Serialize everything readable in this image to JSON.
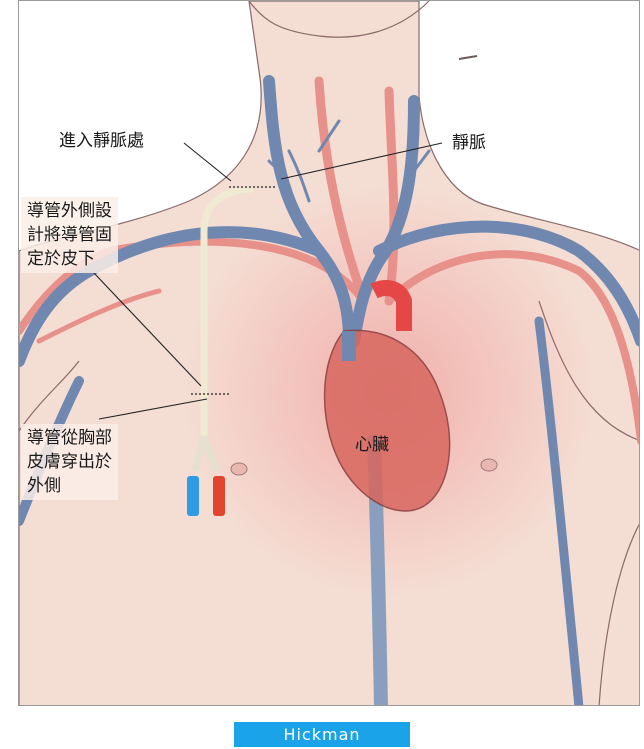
{
  "labels": {
    "entry_site": "進入靜脈處",
    "vein": "靜脈",
    "catheter_fixed": [
      "導管外側設",
      "計將導管固",
      "定於皮下"
    ],
    "catheter_exit": [
      "導管從胸部",
      "皮膚穿出於",
      "外側"
    ],
    "heart": "心臟"
  },
  "caption": "Hickman",
  "colors": {
    "skin": "#f4ddd3",
    "vein": "#7088b0",
    "artery": "#e8908a",
    "heart": "#d8675f",
    "catheter": "#f1ead2",
    "lumen_blue": "#2e9be3",
    "lumen_red": "#e0462e",
    "caption_bg": "#1aa3e8"
  }
}
